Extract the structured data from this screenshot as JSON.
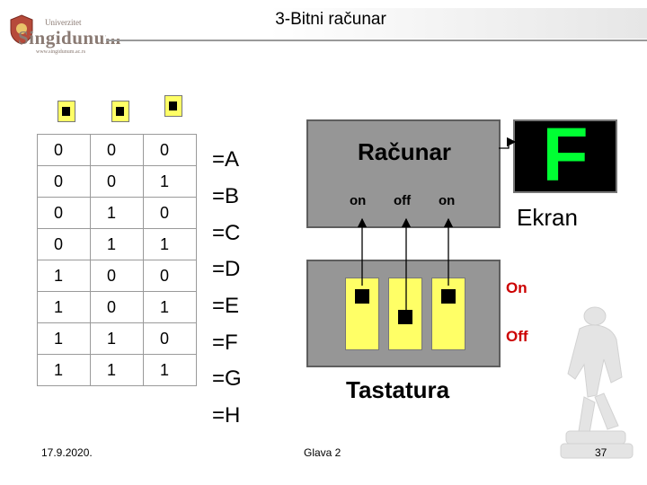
{
  "header": {
    "logo_line1": "Univerzitet",
    "logo_line2": "Singidunum",
    "logo_line3": "www.singidunum.ac.rs",
    "title": "3-Bitni računar"
  },
  "truth_table": {
    "rows": [
      {
        "b": [
          "0",
          "0",
          "0"
        ],
        "result": "=A"
      },
      {
        "b": [
          "0",
          "0",
          "1"
        ],
        "result": "=B"
      },
      {
        "b": [
          "0",
          "1",
          "0"
        ],
        "result": "=C"
      },
      {
        "b": [
          "0",
          "1",
          "1"
        ],
        "result": "=D"
      },
      {
        "b": [
          "1",
          "0",
          "0"
        ],
        "result": "=E"
      },
      {
        "b": [
          "1",
          "0",
          "1"
        ],
        "result": "=F"
      },
      {
        "b": [
          "1",
          "1",
          "0"
        ],
        "result": "=G"
      },
      {
        "b": [
          "1",
          "1",
          "1"
        ],
        "result": "=H"
      }
    ]
  },
  "computer": {
    "label": "Računar",
    "signals": [
      "on",
      "off",
      "on"
    ]
  },
  "screen": {
    "letter": "F",
    "label": "Ekran"
  },
  "keyboard": {
    "label": "Tastatura",
    "states": [
      "on",
      "off",
      "on"
    ],
    "on_label": "On",
    "off_label": "Off"
  },
  "colors": {
    "switch_fill": "#ffff66",
    "box_fill": "#969696",
    "screen_text": "#00ff33",
    "state_label": "#cc0000"
  },
  "footer": {
    "date": "17.9.2020.",
    "chapter": "Glava 2",
    "page": "37"
  }
}
